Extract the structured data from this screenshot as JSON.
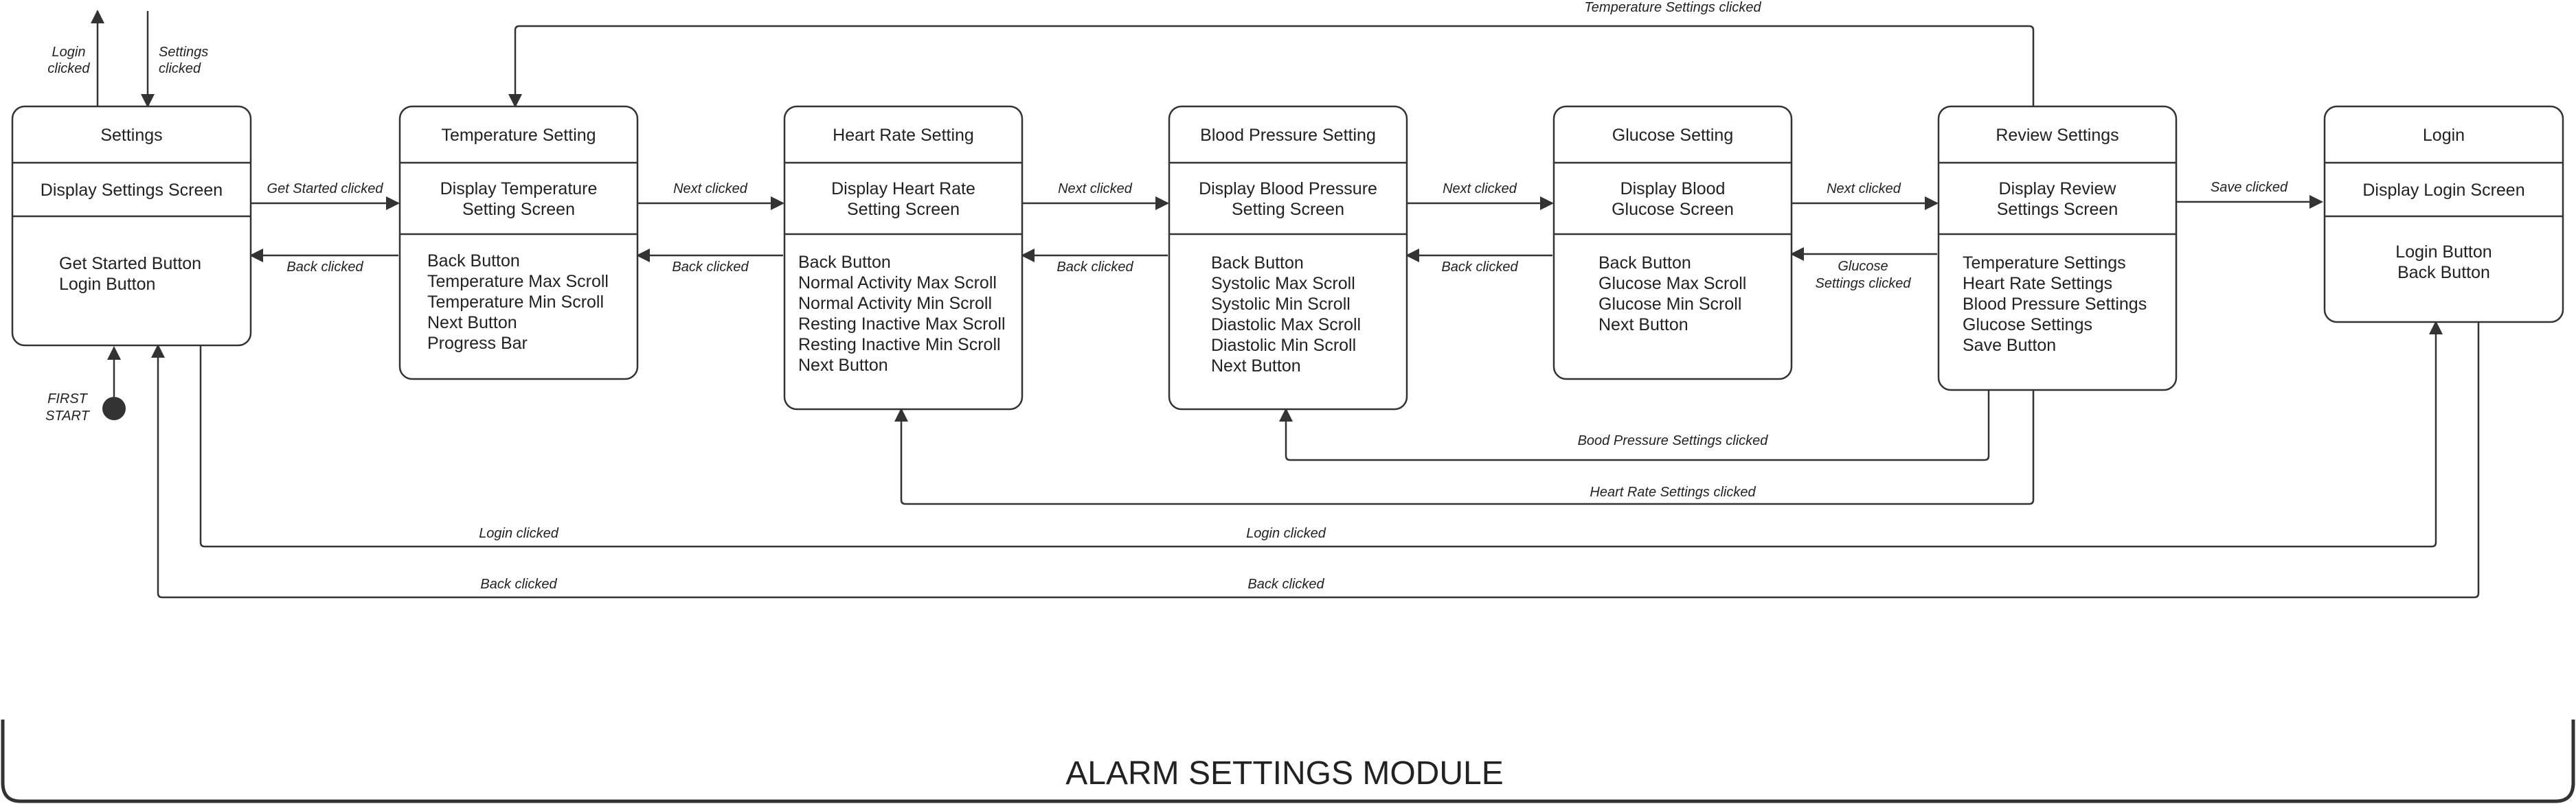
{
  "module_title": "ALARM SETTINGS MODULE",
  "start_label": [
    "FIRST",
    "START"
  ],
  "states": [
    {
      "id": "settings",
      "title": "Settings",
      "entry": [
        "Display Settings Screen"
      ],
      "items": [
        "Get Started Button",
        "Login Button"
      ]
    },
    {
      "id": "temperature",
      "title": "Temperature Setting",
      "entry": [
        "Display Temperature",
        "Setting Screen"
      ],
      "items": [
        "Back Button",
        "Temperature Max Scroll",
        "Temperature Min Scroll",
        "Next Button",
        "Progress Bar"
      ]
    },
    {
      "id": "heartrate",
      "title": "Heart Rate Setting",
      "entry": [
        "Display Heart Rate",
        "Setting Screen"
      ],
      "items": [
        "Back Button",
        "Normal Activity Max Scroll",
        "Normal Activity Min Scroll",
        "Resting Inactive Max Scroll",
        "Resting Inactive Min Scroll",
        "Next Button"
      ]
    },
    {
      "id": "bloodpressure",
      "title": "Blood Pressure Setting",
      "entry": [
        "Display Blood Pressure",
        "Setting Screen"
      ],
      "items": [
        "Back Button",
        "Systolic Max Scroll",
        "Systolic Min Scroll",
        "Diastolic Max Scroll",
        "Diastolic Min Scroll",
        "Next Button"
      ]
    },
    {
      "id": "glucose",
      "title": "Glucose Setting",
      "entry": [
        "Display Blood",
        "Glucose Screen"
      ],
      "items": [
        "Back Button",
        "Glucose Max Scroll",
        "Glucose Min Scroll",
        "Next Button"
      ]
    },
    {
      "id": "review",
      "title": "Review Settings",
      "entry": [
        "Display Review",
        "Settings Screen"
      ],
      "items": [
        "Temperature Settings",
        "Heart Rate Settings",
        "Blood Pressure Settings",
        "Glucose Settings",
        "Save Button"
      ]
    },
    {
      "id": "login",
      "title": "Login",
      "entry": [
        "Display Login Screen"
      ],
      "items": [
        "Login Button",
        "Back Button"
      ]
    }
  ],
  "transitions": {
    "login_out": [
      "Login",
      "clicked"
    ],
    "settings_in": [
      "Settings",
      "clicked"
    ],
    "get_started": "Get Started clicked",
    "next_1": "Next clicked",
    "next_2": "Next clicked",
    "next_3": "Next clicked",
    "next_4": "Next clicked",
    "save": "Save clicked",
    "back_1": "Back clicked",
    "back_2": "Back clicked",
    "back_3": "Back clicked",
    "back_4": "Back clicked",
    "glucose_settings": [
      "Glucose",
      "Settings clicked"
    ],
    "temperature_settings": "Temperature Settings clicked",
    "bp_settings": "Bood Pressure Settings clicked",
    "hr_settings": "Heart Rate Settings clicked",
    "login_a": "Login clicked",
    "login_b": "Login clicked",
    "back_a": "Back clicked",
    "back_b": "Back clicked"
  }
}
